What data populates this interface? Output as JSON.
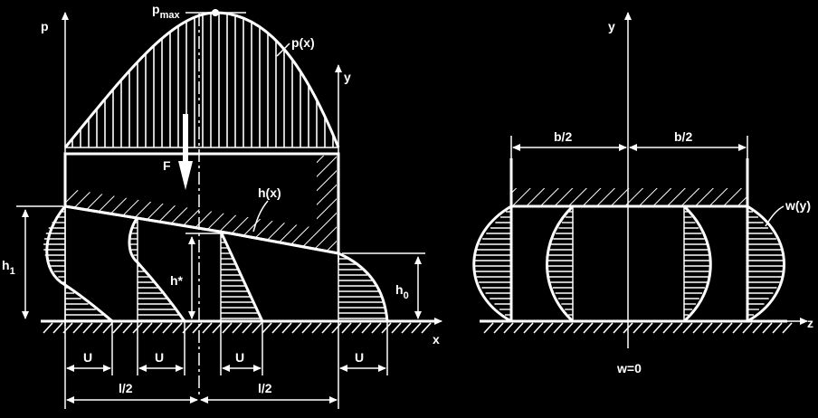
{
  "left": {
    "labels": {
      "p_axis": "p",
      "pmax_main": "p",
      "pmax_sub": "max",
      "px": "p(x)",
      "y_axis": "y",
      "force": "F",
      "hx": "h(x)",
      "h1_main": "h",
      "h1_sub": "1",
      "hstar": "h*",
      "h0_main": "h",
      "h0_sub": "0",
      "x_axis": "x",
      "u1": "U",
      "u2": "U",
      "u3": "U",
      "u4": "U",
      "l_half_1": "l/2",
      "l_half_2": "l/2"
    }
  },
  "right": {
    "labels": {
      "y_axis": "y",
      "b_half_left": "b/2",
      "b_half_right": "b/2",
      "wy": "w(y)",
      "z_axis": "z",
      "w_zero": "w=0"
    }
  },
  "colors": {
    "background": "#000000",
    "line": "#ffffff"
  }
}
